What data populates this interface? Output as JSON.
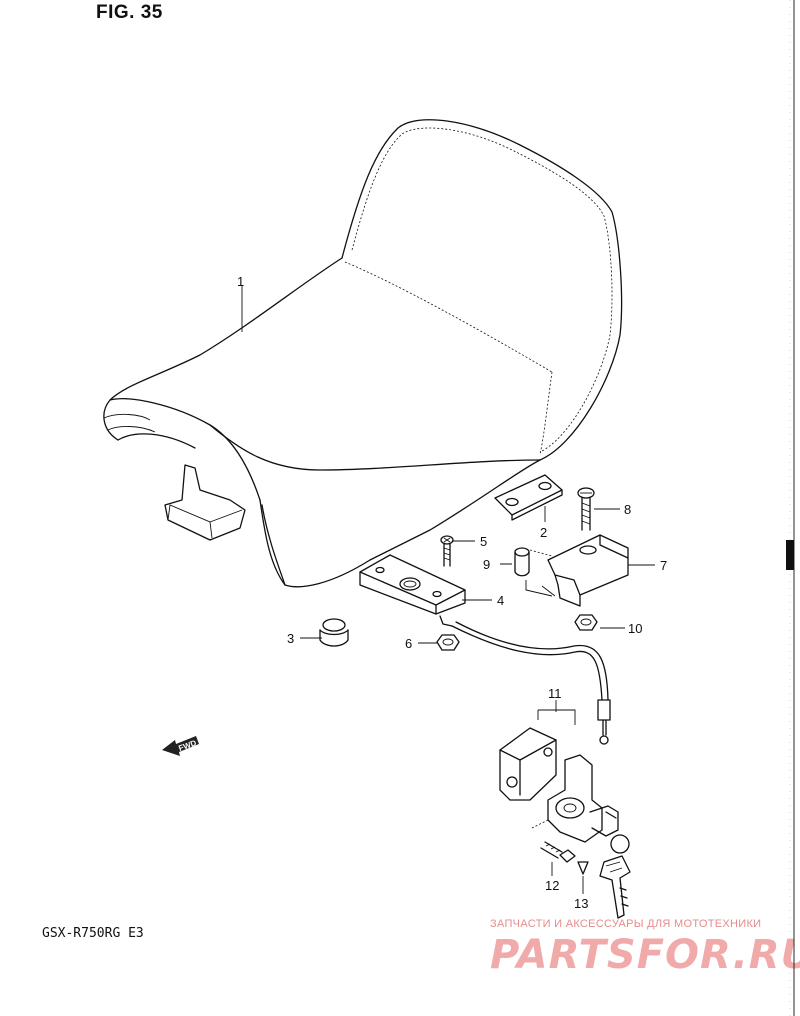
{
  "figure_title": "FIG. 35",
  "model_code": "GSX-R750RG E3",
  "fwd_label": "FWD",
  "callouts": {
    "c1": "1",
    "c2": "2",
    "c3": "3",
    "c4": "4",
    "c5": "5",
    "c6": "6",
    "c7": "7",
    "c8": "8",
    "c9": "9",
    "c10": "10",
    "c11": "11",
    "c12": "12",
    "c13": "13"
  },
  "watermark": {
    "tagline": "ЗАПЧАСТИ И АКСЕССУАРЫ ДЛЯ МОТОТЕХНИКИ",
    "logo": "PARTSFOR.RU",
    "color": "#ef9c9c"
  },
  "colors": {
    "line": "#111111",
    "background": "#ffffff"
  }
}
